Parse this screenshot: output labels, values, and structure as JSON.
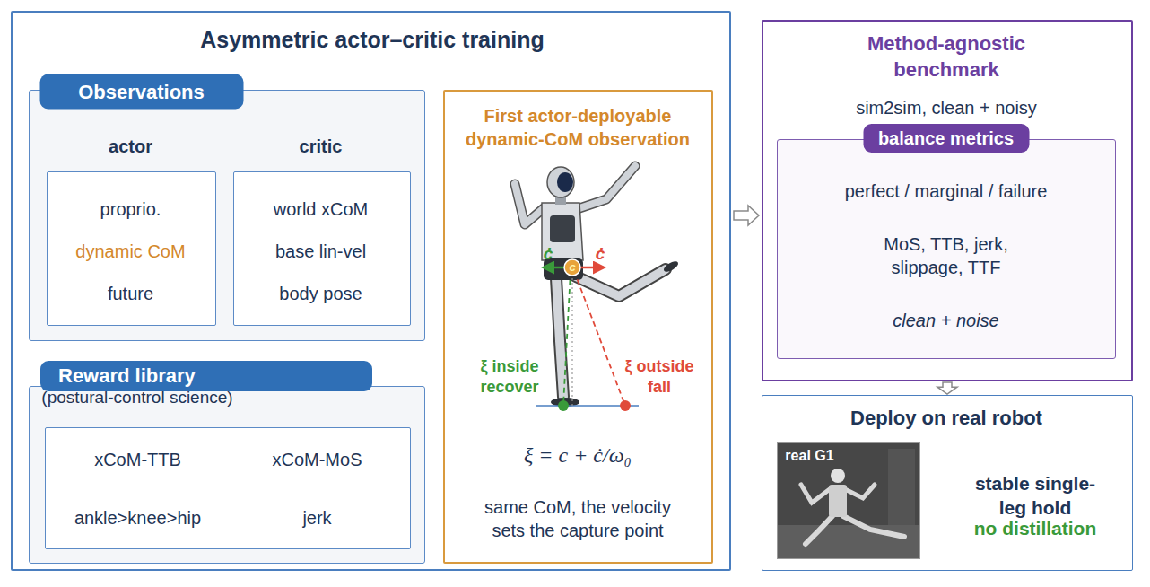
{
  "diagram": {
    "nodes": [
      {
        "text": [
          "Asymmetric actor–critic training"
        ]
      },
      {
        "text": [
          "Observations"
        ],
        "in": 0
      },
      {
        "text": [
          "actor",
          "proprio.",
          "dynamic CoM",
          "future"
        ],
        "in": 1
      },
      {
        "text": [
          "critic",
          "world xCoM",
          "base lin-vel",
          "body pose"
        ],
        "in": 1
      },
      {
        "text": [
          "Reward library",
          "(postural-control science)"
        ],
        "in": 0
      },
      {
        "text": [
          "xCoM-TTB",
          "xCoM-MoS",
          "ankle>knee>hip",
          "jerk"
        ],
        "in": 4
      },
      {
        "text": [
          "First actor-deployable dynamic-CoM observation",
          "ξ = c + ċ/ω₀",
          "same CoM, the velocity sets the capture point"
        ],
        "in": 0
      },
      {
        "text": [
          "Method-agnostic benchmark",
          "sim2sim, clean + noisy"
        ]
      },
      {
        "text": [
          "balance metrics",
          "perfect / marginal / failure",
          "MoS, TTB, jerk, slippage, TTF",
          "clean + noise"
        ],
        "in": 7
      },
      {
        "text": [
          "Deploy on real robot",
          "stable single-leg hold",
          "no distillation"
        ]
      },
      {
        "text": [
          "real G1"
        ],
        "in": 9
      }
    ],
    "edges": [
      {
        "from": 0,
        "to": 7,
        "arrow": "to"
      },
      {
        "from": 7,
        "to": 9,
        "arrow": "to"
      }
    ],
    "labels": [
      "c",
      "ċ",
      "ċ",
      "ξ inside recover",
      "ξ outside fall"
    ]
  }
}
